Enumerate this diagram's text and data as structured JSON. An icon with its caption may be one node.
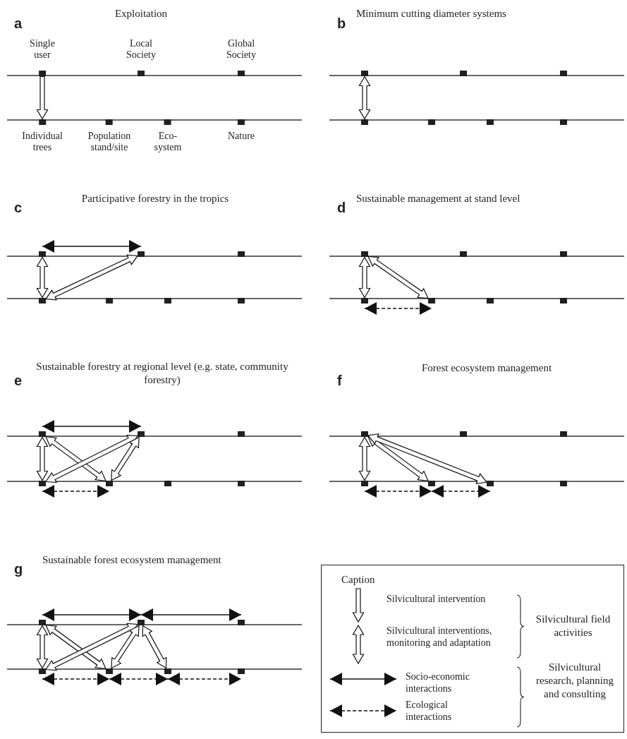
{
  "diagram": {
    "nodes": [
      {
        "text": [
          "Single user"
        ]
      },
      {
        "text": [
          "Local Society"
        ]
      },
      {
        "text": [
          "Global Society"
        ]
      },
      {
        "text": [
          "Individual trees"
        ]
      },
      {
        "text": [
          "Population stand/site"
        ]
      },
      {
        "text": [
          "Eco- system"
        ]
      },
      {
        "text": [
          "Nature"
        ]
      },
      {
        "text": [],
        "shape": "box"
      },
      {
        "text": [],
        "shape": "box"
      },
      {
        "text": [],
        "shape": "box"
      },
      {
        "text": [],
        "shape": "box"
      },
      {
        "text": [],
        "shape": "box"
      },
      {
        "text": [],
        "shape": "box"
      },
      {
        "text": [],
        "shape": "box"
      },
      {
        "text": [],
        "shape": "box"
      },
      {
        "text": [],
        "shape": "box"
      },
      {
        "text": [],
        "shape": "box"
      },
      {
        "text": [],
        "shape": "box"
      },
      {
        "text": [],
        "shape": "box"
      },
      {
        "text": [],
        "shape": "box"
      },
      {
        "text": [],
        "shape": "box"
      },
      {
        "text": [],
        "shape": "box"
      },
      {
        "text": [],
        "shape": "box"
      },
      {
        "text": [],
        "shape": "box"
      },
      {
        "text": [],
        "shape": "box"
      },
      {
        "text": [],
        "shape": "box"
      },
      {
        "text": [],
        "shape": "box"
      },
      {
        "text": [],
        "shape": "box"
      },
      {
        "text": [],
        "shape": "box"
      },
      {
        "text": [],
        "shape": "box"
      },
      {
        "text": [],
        "shape": "box"
      },
      {
        "text": [],
        "shape": "box"
      },
      {
        "text": [],
        "shape": "box"
      },
      {
        "text": [],
        "shape": "box"
      },
      {
        "text": [],
        "shape": "box"
      },
      {
        "text": [],
        "shape": "box"
      },
      {
        "text": [],
        "shape": "box"
      },
      {
        "text": [],
        "shape": "box"
      },
      {
        "text": [],
        "shape": "box"
      },
      {
        "text": [],
        "shape": "box"
      },
      {
        "text": [],
        "shape": "box"
      },
      {
        "text": [],
        "shape": "box"
      },
      {
        "text": [],
        "shape": "box"
      },
      {
        "text": [],
        "shape": "box"
      },
      {
        "text": [],
        "shape": "box"
      },
      {
        "text": [],
        "shape": "box"
      },
      {
        "text": [],
        "shape": "box"
      },
      {
        "text": [],
        "shape": "box"
      },
      {
        "text": [],
        "shape": "box"
      }
    ],
    "edges": [
      {
        "from": 0,
        "to": 3,
        "arrow": "to",
        "style": "thick"
      },
      {
        "from": 7,
        "to": 10,
        "arrow": "both",
        "style": "thick"
      },
      {
        "from": 14,
        "to": 15,
        "arrow": "both"
      },
      {
        "from": 14,
        "to": 17,
        "arrow": "both",
        "style": "thick"
      },
      {
        "from": 17,
        "to": 15,
        "arrow": "both",
        "style": "thick"
      },
      {
        "from": 21,
        "to": 24,
        "arrow": "both",
        "style": "thick"
      },
      {
        "from": 21,
        "to": 25,
        "arrow": "both",
        "style": "thick"
      },
      {
        "from": 24,
        "to": 25,
        "arrow": "both",
        "style": "dashed"
      },
      {
        "from": 28,
        "to": 29,
        "arrow": "both"
      },
      {
        "from": 28,
        "to": 31,
        "arrow": "both",
        "style": "thick"
      },
      {
        "from": 28,
        "to": 32,
        "arrow": "both",
        "style": "thick"
      },
      {
        "from": 31,
        "to": 29,
        "arrow": "both",
        "style": "thick"
      },
      {
        "from": 32,
        "to": 29,
        "arrow": "both",
        "style": "thick"
      },
      {
        "from": 31,
        "to": 32,
        "arrow": "both",
        "style": "dashed"
      },
      {
        "from": 35,
        "to": 38,
        "arrow": "both",
        "style": "thick"
      },
      {
        "from": 35,
        "to": 39,
        "arrow": "both",
        "style": "thick"
      },
      {
        "from": 35,
        "to": 40,
        "arrow": "both",
        "style": "thick"
      },
      {
        "from": 38,
        "to": 39,
        "arrow": "both",
        "style": "dashed"
      },
      {
        "from": 39,
        "to": 40,
        "arrow": "both",
        "style": "dashed"
      },
      {
        "from": 42,
        "to": 43,
        "arrow": "both"
      },
      {
        "from": 43,
        "to": 44,
        "arrow": "both"
      },
      {
        "from": 42,
        "to": 45,
        "arrow": "both",
        "style": "thick"
      },
      {
        "from": 42,
        "to": 46,
        "arrow": "both",
        "style": "thick"
      },
      {
        "from": 45,
        "to": 43,
        "arrow": "both",
        "style": "thick"
      },
      {
        "from": 46,
        "to": 43,
        "arrow": "both",
        "style": "thick"
      },
      {
        "from": 43,
        "to": 47,
        "arrow": "both",
        "style": "thick"
      },
      {
        "from": 45,
        "to": 46,
        "arrow": "both",
        "style": "dashed"
      },
      {
        "from": 46,
        "to": 47,
        "arrow": "both",
        "style": "dashed"
      },
      {
        "from": 47,
        "to": 48,
        "arrow": "both",
        "style": "dashed"
      }
    ],
    "labels": [
      "a",
      "Exploitation",
      "b",
      "Minimum cutting diameter systems",
      "c",
      "Participative forestry in the tropics",
      "d",
      "Sustainable management at stand level",
      "e",
      "Sustainable forestry at regional level (e.g. state, community forestry)",
      "f",
      "Forest ecosystem management",
      "g",
      "Sustainable forest ecosystem management",
      "Caption",
      "Silvicultural field activities",
      "Silvicultural research, planning and consulting"
    ],
    "legend": [
      {
        "text": "Silvicultural intervention"
      },
      {
        "text": "Silvicultural interventions, monitoring and adaptation"
      },
      {
        "text": "Socio-economic interactions"
      },
      {
        "text": "Ecological interactions"
      }
    ]
  }
}
